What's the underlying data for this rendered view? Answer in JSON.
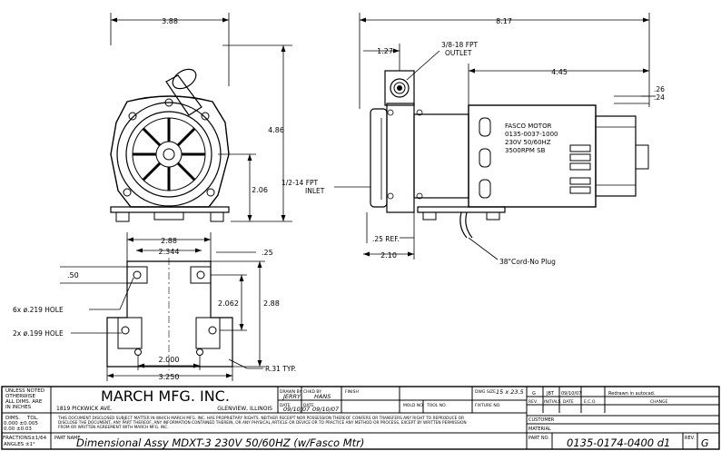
{
  "front_view": {
    "width_dim": "3.88",
    "height_dim": "4.86",
    "center_dim": "2.06"
  },
  "side_view": {
    "overall_dim": "8.17",
    "outlet_offset_dim": "1.27",
    "outlet_label_1": "3/8-18 FPT",
    "outlet_label_2": "OUTLET",
    "motor_len_dim": "4.45",
    "shaft_dim_1": ".26",
    "shaft_dim_2": ".24",
    "inlet_label_1": "1/2-14 FPT",
    "inlet_label_2": "INLET",
    "ref_dim": ".25 REF.",
    "base_dim": "2.10",
    "cord_label": "38\"Cord-No Plug",
    "motor_label": [
      "FASCO MOTOR",
      "0135-0037-1000",
      "230V 50/60HZ",
      "3500RPM  SB"
    ]
  },
  "base_view": {
    "dim_288_top": "2.88",
    "dim_2344": "2.344",
    "dim_25": ".25",
    "dim_50": ".50",
    "dim_2062": "2.062",
    "dim_288_side": "2.88",
    "hole_6x": "6x ø.219 HOLE",
    "hole_2x": "2x ø.199 HOLE",
    "dim_2000": "2.000",
    "dim_3250": "3.250",
    "radius": "R.31 TYP."
  },
  "title_block": {
    "notes": [
      "UNLESS NOTED",
      "OTHERWISE",
      "ALL DIMS. ARE",
      "IN INCHES"
    ],
    "dims_hdr": "DIMS.",
    "tol_hdr": "TOL.",
    "tol_rows": [
      "0.000   ±0.005",
      "0.00    ±0.03",
      "FRACTIONS±1/64",
      "ANGLES  ±1°"
    ],
    "company": "MARCH MFG. INC.",
    "address": "1819 PICKWICK AVE.",
    "city": "GLENVIEW, ILLINOIS",
    "disclaimer_1": "THIS DOCUMENT DISCLOSED SUBJECT MATTER IN WHICH MARCH MFG. INC. HAS PROPRIETARY RIGHTS. NEITHER RECEIPT NOR POSSESSION THEREOF CONFERS OR TRANSFERS ANY RIGHT TO REPRODUCE OR",
    "disclaimer_2": "DISCLOSE THE DOCUMENT, ANY PART THEREOF, ANY INFORMATION CONTAINED THEREIN, OR ANY PHYSICAL ARTICLE OR DEVICE OR TO PRACTICE ANY METHOD OR PROCESS, EXCEPT BY WRITTEN PERMISSION",
    "disclaimer_3": "FROM OR WRITTEN AGREEMENT WITH MARCH MFG. INC.",
    "drawn_by_lbl": "DRAWN BY",
    "drawn_by": "JERRY",
    "chkd_by_lbl": "CHKD BY",
    "chkd_by": "HANS",
    "finish_lbl": "FINISH",
    "date_lbl": "DATE",
    "date1": "09/10/07",
    "date2": "09/10/07",
    "mold_lbl": "MOLD NO.",
    "tool_lbl": "TOOL NO.",
    "dwg_size_lbl": "DWG SIZE",
    "dwg_size": "15 x 23.5",
    "fixture_lbl": "FIXTURE NO.",
    "part_name_lbl": "PART NAME",
    "part_name": "Dimensional Assy MDXT-3 230V 50/60HZ (w/Fasco Mtr)",
    "rev_hdr": [
      "REV.",
      "INITIALS",
      "DATE",
      "E.C.O.",
      "CHANGE"
    ],
    "rev_row": [
      "G",
      "JBT",
      "09/10/07",
      "",
      "Redrawn in autocad."
    ],
    "customer_lbl": "CUSTOMER",
    "material_lbl": "MATERIAL",
    "part_no_lbl": "PART NO.",
    "part_no": "0135-0174-0400 d1",
    "rev_lbl": "REV.",
    "rev_val": "G"
  }
}
